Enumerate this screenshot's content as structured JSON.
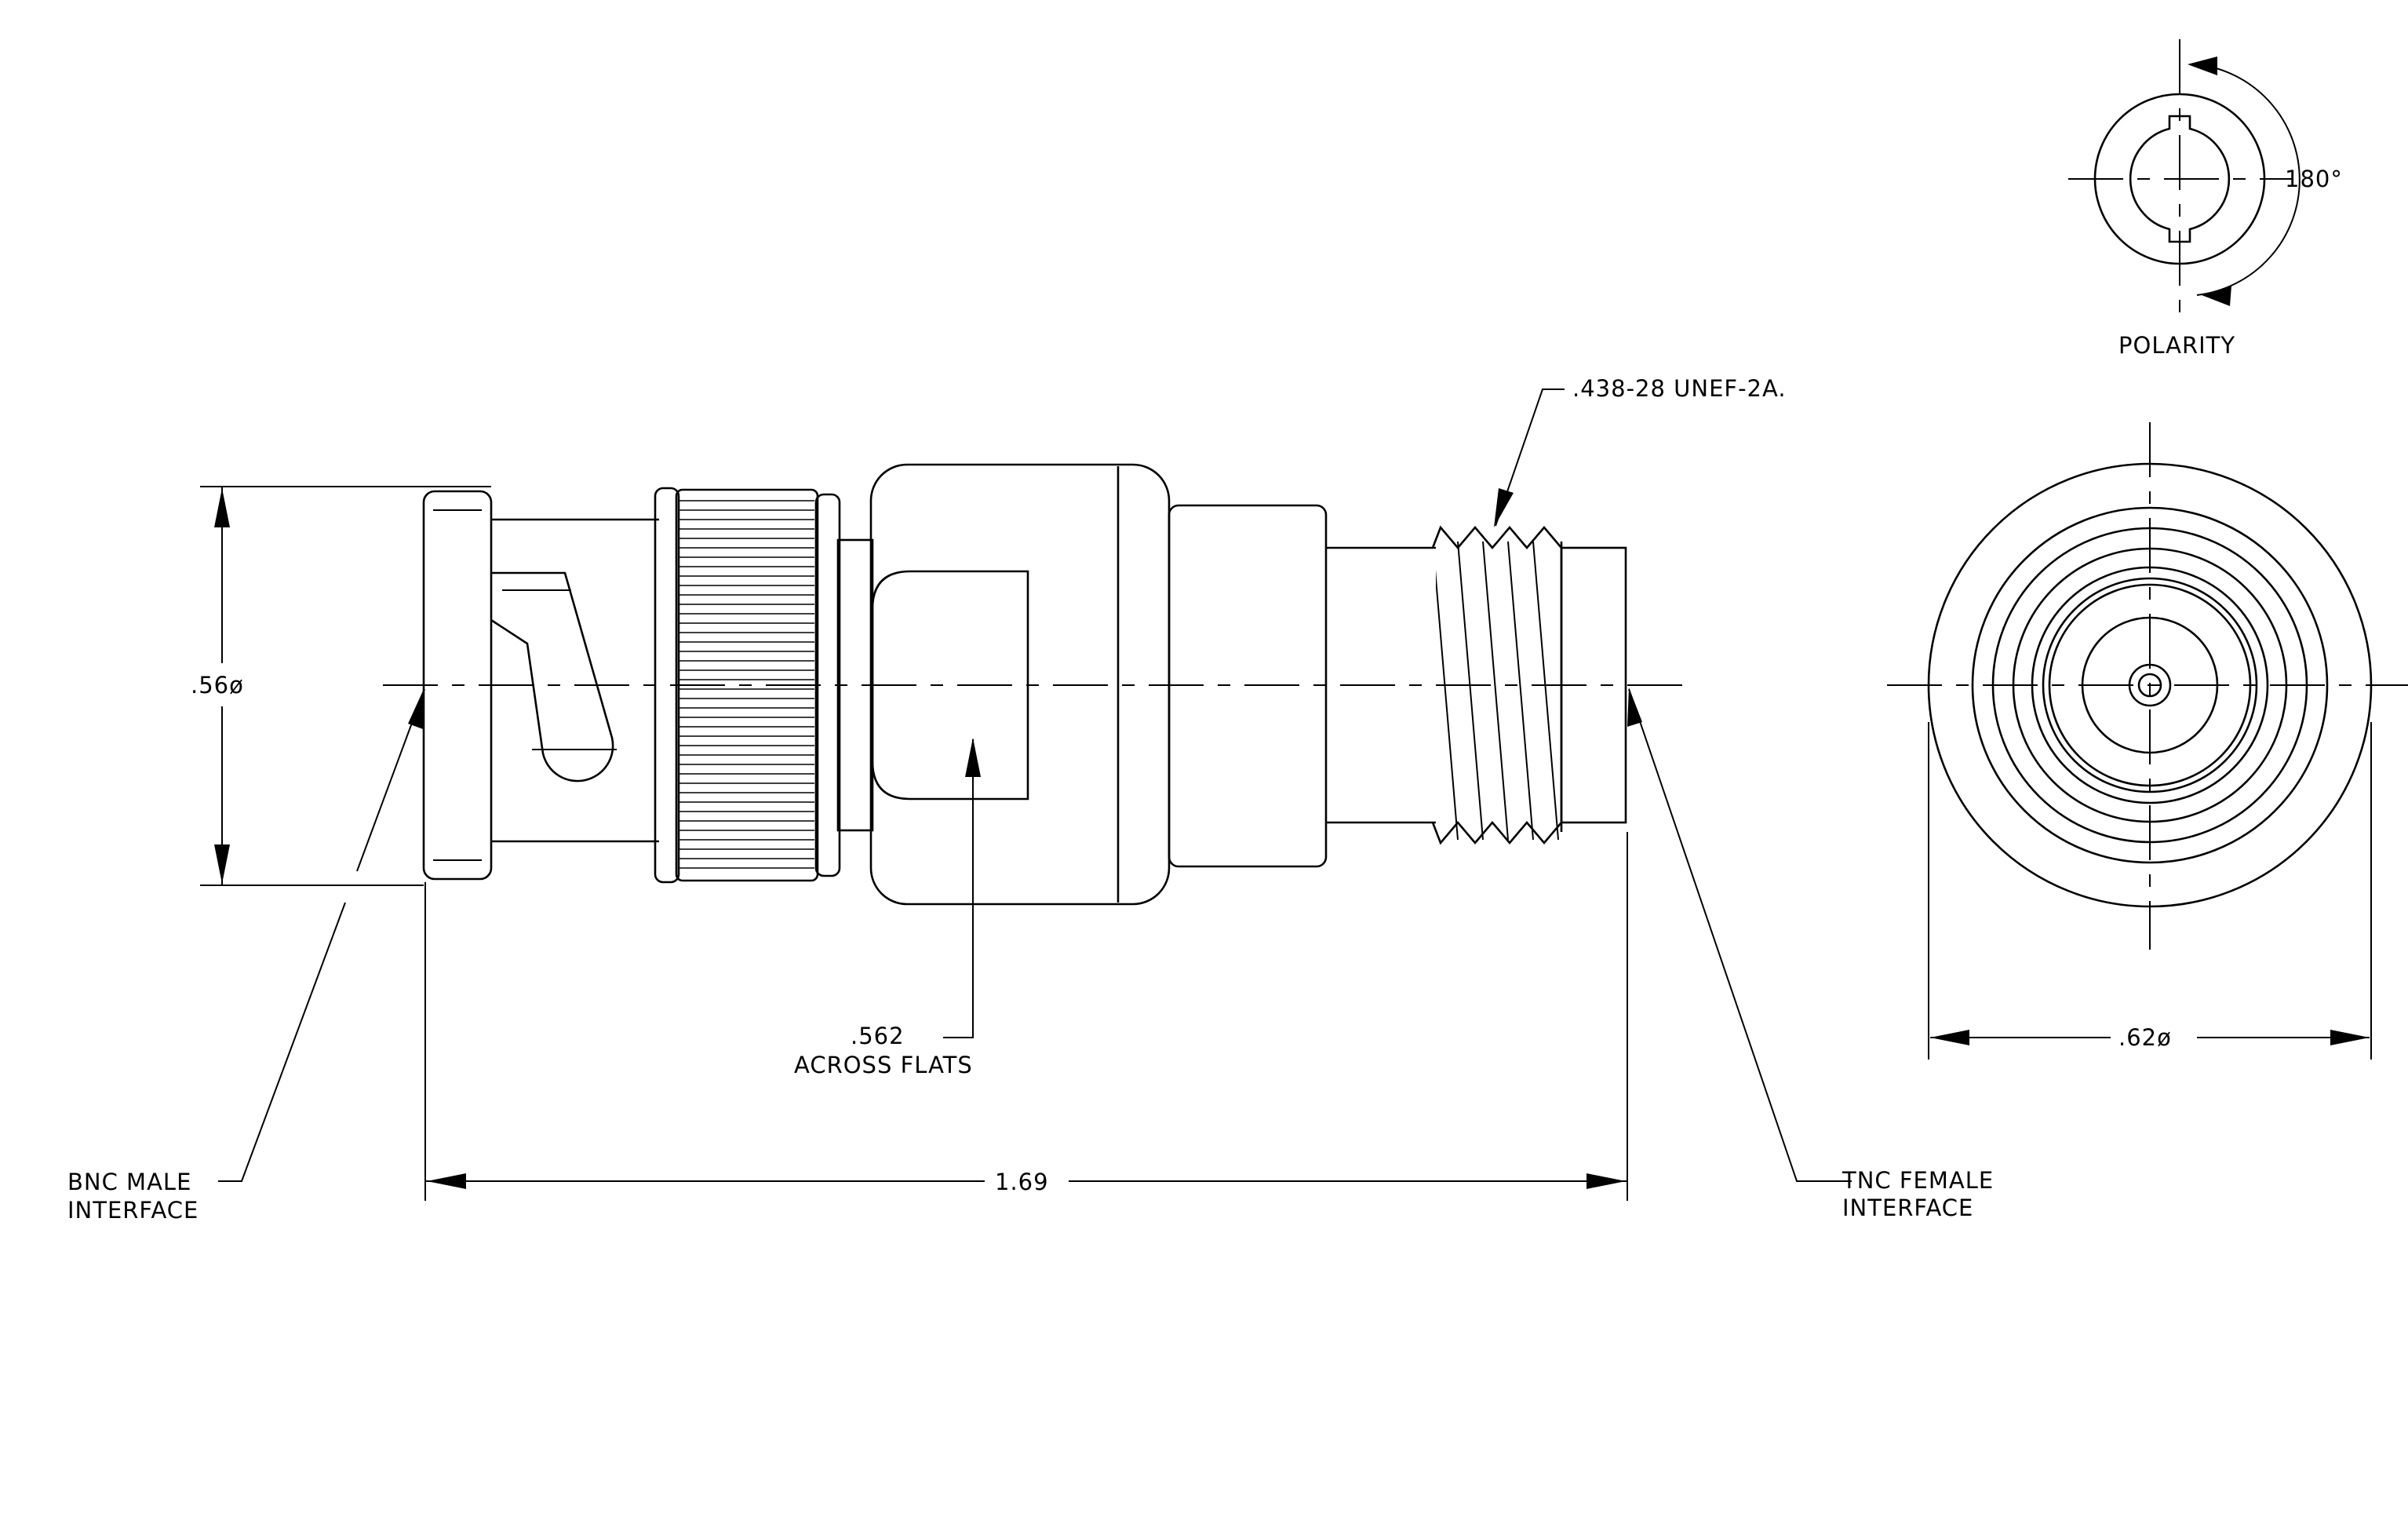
{
  "labels": {
    "polarity": "POLARITY",
    "angle": "180°",
    "thread": ".438-28 UNEF-2A.",
    "dia_left": ".56ø",
    "dia_right": ".62ø",
    "flats_value": ".562",
    "flats_text": "ACROSS FLATS",
    "length": "1.69",
    "bnc_line1": "BNC MALE",
    "bnc_line2": "INTERFACE",
    "tnc_line1": "TNC FEMALE",
    "tnc_line2": "INTERFACE"
  },
  "colors": {
    "line": "#000000",
    "background": "#ffffff"
  }
}
